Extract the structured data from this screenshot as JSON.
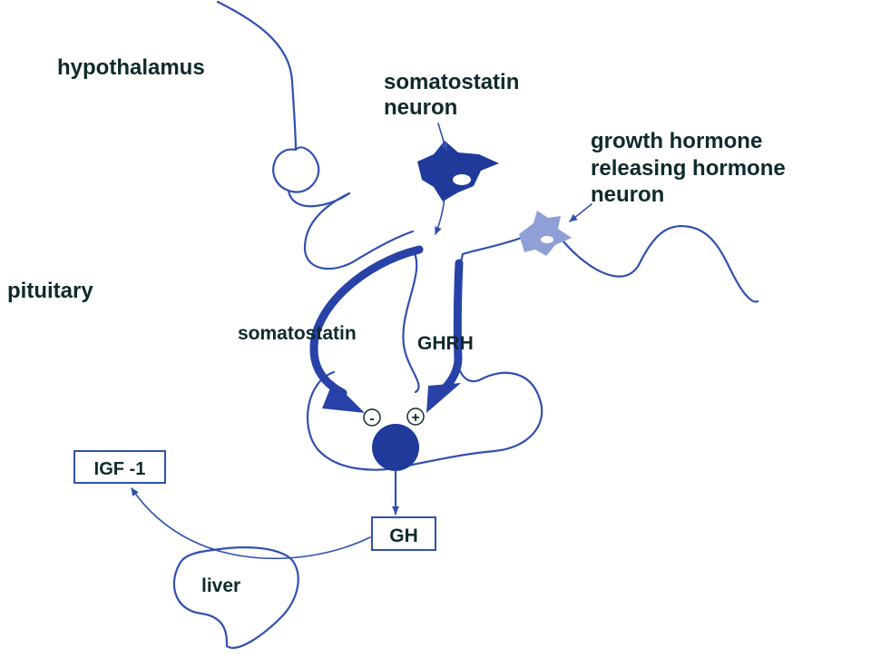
{
  "labels": {
    "hypothalamus": "hypothalamus",
    "pituitary": "pituitary",
    "somatostatin_neuron_l1": "somatostatin",
    "somatostatin_neuron_l2": "neuron",
    "ghrh_neuron_l1": "growth hormone",
    "ghrh_neuron_l2": "releasing hormone",
    "ghrh_neuron_l3": "neuron",
    "somatostatin": "somatostatin",
    "ghrh": "GHRH",
    "minus": "-",
    "plus": "+",
    "igf1": "IGF -1",
    "gh": "GH",
    "liver": "liver"
  },
  "colors": {
    "line": "#3050b0",
    "arrow": "#2842a8",
    "somatostatin_neuron": "#1f3a9a",
    "ghrh_neuron": "#8fa0d6",
    "cell": "#1f3a9a",
    "text": "#0f2a2c"
  }
}
